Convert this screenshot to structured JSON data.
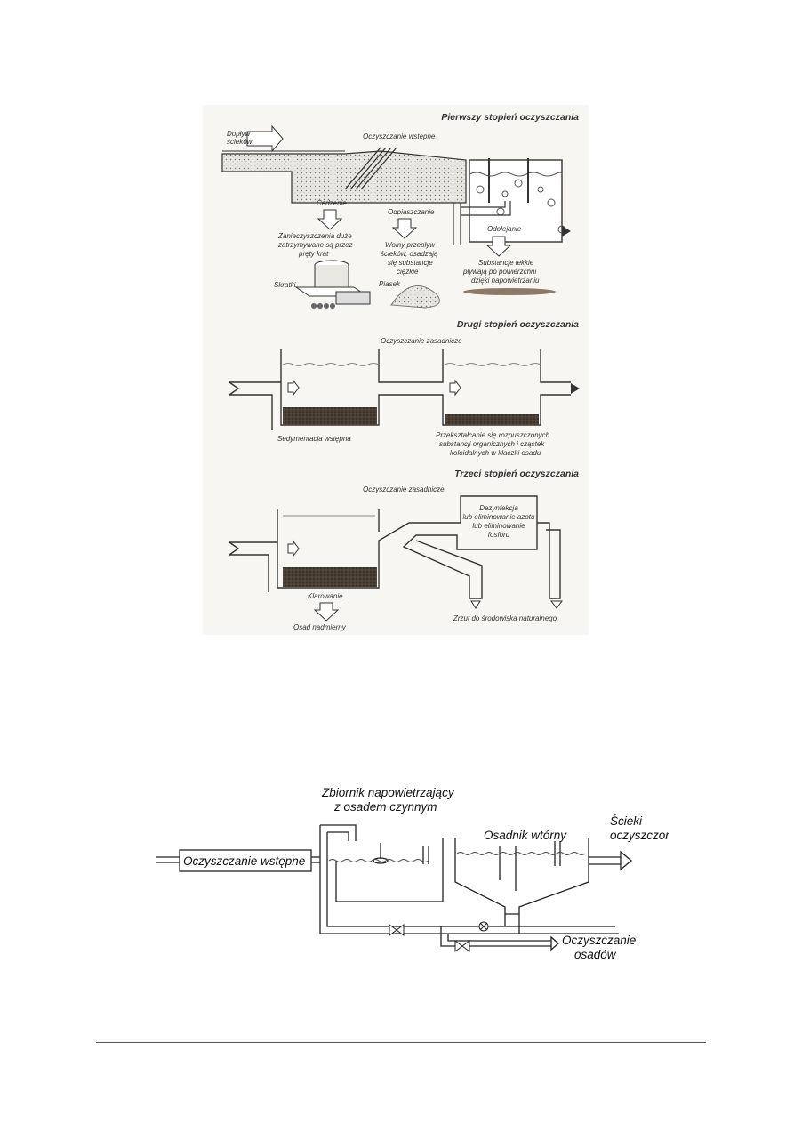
{
  "figure1": {
    "stage1": {
      "title": "Pierwszy stopień oczyszczania",
      "inflow": [
        "Dopływ",
        "ścieków"
      ],
      "pretreatment": "Oczyszczanie wstępne",
      "screening": "Cedzenie",
      "screening_desc": [
        "Zanieczyszczenia duże",
        "zatrzymywane są przez",
        "pręty krat"
      ],
      "screenings": "Skratki",
      "grit_removal": "Odpiaszczanie",
      "grit_desc": [
        "Wolny przepływ",
        "ścieków, osadzają",
        "się substancje",
        "ciężkie"
      ],
      "sand": "Piasek",
      "degreasing": "Odolejanie",
      "degreasing_desc": [
        "Substancje lekkie",
        "pływają po powierzchni",
        "dzięki napowietrzaniu"
      ]
    },
    "stage2": {
      "title": "Drugi stopień oczyszczania",
      "main": "Oczyszczanie zasadnicze",
      "sedimentation": "Sedymentacja wstępna",
      "transform": [
        "Przekształcanie się rozpuszczonych",
        "substancji organicznych i cząstek",
        "koloidalnych w kłaczki osadu"
      ]
    },
    "stage3": {
      "title": "Trzeci stopień oczyszczania",
      "main": "Oczyszczanie zasadnicze",
      "disinfection": [
        "Dezynfekcja",
        "lub eliminowanie azotu",
        "lub eliminowanie",
        "fosforu"
      ],
      "clarification": "Klarowanie",
      "excess_sludge": "Osad nadmierny",
      "discharge": "Zrzut do środowiska naturalnego"
    }
  },
  "figure2": {
    "pretreatment": "Oczyszczanie wstępne",
    "aeration_tank": [
      "Zbiornik napowietrzający",
      "z osadem czynnym"
    ],
    "secondary_clarifier": "Osadnik wtórny",
    "treated": [
      "Ścieki",
      "oczyszczone"
    ],
    "sludge": [
      "Oczyszczanie",
      "osadów"
    ]
  }
}
